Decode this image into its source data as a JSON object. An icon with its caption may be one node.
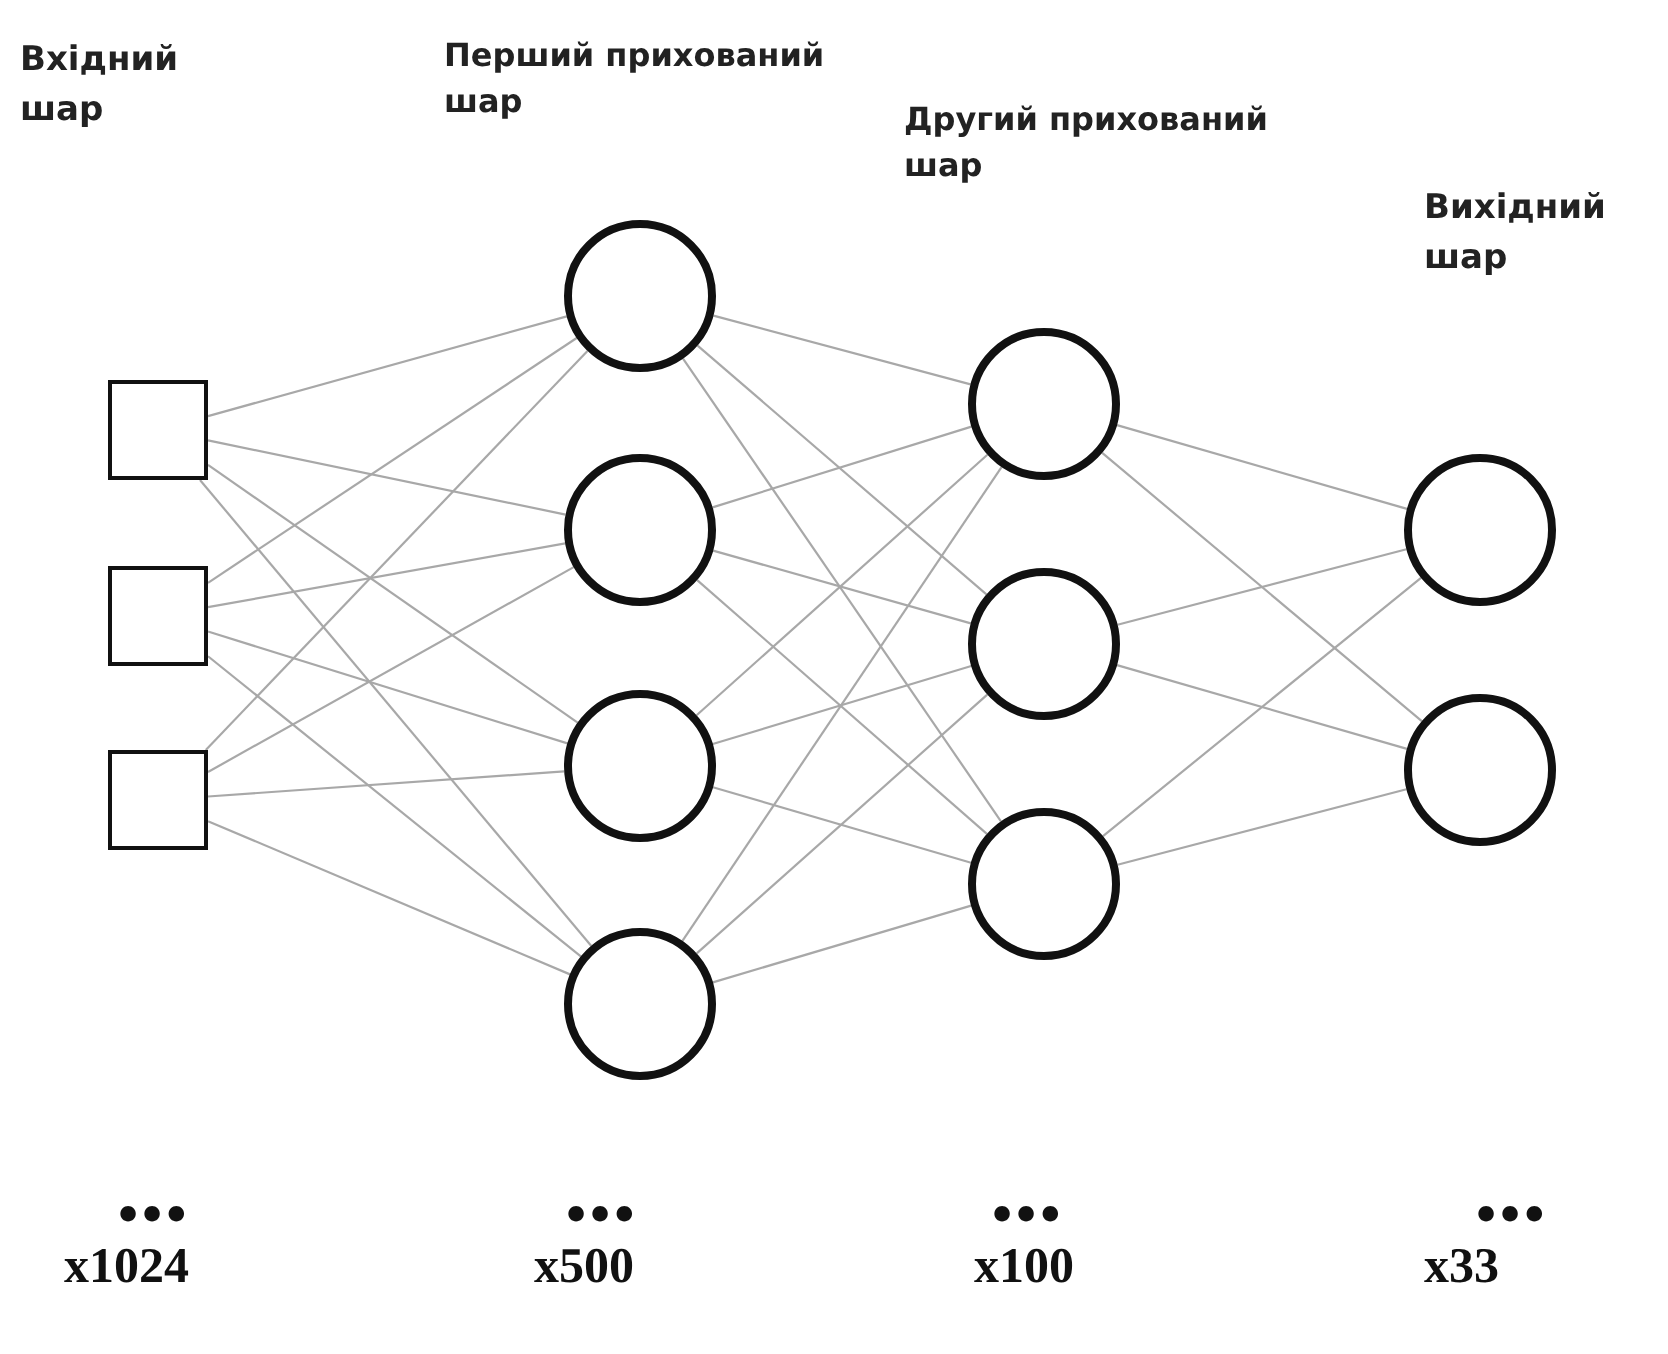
{
  "diagram": {
    "nodes": [
      {
        "text": [],
        "shape": "box"
      },
      {
        "text": [],
        "shape": "box"
      },
      {
        "text": [],
        "shape": "box"
      },
      {
        "text": [],
        "shape": "circle"
      },
      {
        "text": [],
        "shape": "circle"
      },
      {
        "text": [],
        "shape": "circle"
      },
      {
        "text": [],
        "shape": "circle"
      },
      {
        "text": [],
        "shape": "circle"
      },
      {
        "text": [],
        "shape": "circle"
      },
      {
        "text": [],
        "shape": "circle"
      },
      {
        "text": [],
        "shape": "circle"
      },
      {
        "text": [],
        "shape": "circle"
      }
    ],
    "edges": [
      {
        "from": 0,
        "to": 3,
        "arrow": "none"
      },
      {
        "from": 0,
        "to": 4,
        "arrow": "none"
      },
      {
        "from": 0,
        "to": 5,
        "arrow": "none"
      },
      {
        "from": 0,
        "to": 6,
        "arrow": "none"
      },
      {
        "from": 1,
        "to": 3,
        "arrow": "none"
      },
      {
        "from": 1,
        "to": 4,
        "arrow": "none"
      },
      {
        "from": 1,
        "to": 5,
        "arrow": "none"
      },
      {
        "from": 1,
        "to": 6,
        "arrow": "none"
      },
      {
        "from": 2,
        "to": 3,
        "arrow": "none"
      },
      {
        "from": 2,
        "to": 4,
        "arrow": "none"
      },
      {
        "from": 2,
        "to": 5,
        "arrow": "none"
      },
      {
        "from": 2,
        "to": 6,
        "arrow": "none"
      },
      {
        "from": 3,
        "to": 7,
        "arrow": "none"
      },
      {
        "from": 3,
        "to": 8,
        "arrow": "none"
      },
      {
        "from": 3,
        "to": 9,
        "arrow": "none"
      },
      {
        "from": 4,
        "to": 7,
        "arrow": "none"
      },
      {
        "from": 4,
        "to": 8,
        "arrow": "none"
      },
      {
        "from": 4,
        "to": 9,
        "arrow": "none"
      },
      {
        "from": 5,
        "to": 7,
        "arrow": "none"
      },
      {
        "from": 5,
        "to": 8,
        "arrow": "none"
      },
      {
        "from": 5,
        "to": 9,
        "arrow": "none"
      },
      {
        "from": 6,
        "to": 7,
        "arrow": "none"
      },
      {
        "from": 6,
        "to": 8,
        "arrow": "none"
      },
      {
        "from": 6,
        "to": 9,
        "arrow": "none"
      },
      {
        "from": 7,
        "to": 10,
        "arrow": "none"
      },
      {
        "from": 7,
        "to": 11,
        "arrow": "none"
      },
      {
        "from": 8,
        "to": 10,
        "arrow": "none"
      },
      {
        "from": 8,
        "to": 11,
        "arrow": "none"
      },
      {
        "from": 9,
        "to": 10,
        "arrow": "none"
      },
      {
        "from": 9,
        "to": 11,
        "arrow": "none"
      }
    ],
    "labels": [
      "Вхідний шар",
      "Перший прихований шар",
      "Другий прихований шар",
      "Вихідний шар",
      "•••",
      "•••",
      "•••",
      "•••",
      "x1024",
      "x500",
      "x100",
      "x33"
    ]
  }
}
